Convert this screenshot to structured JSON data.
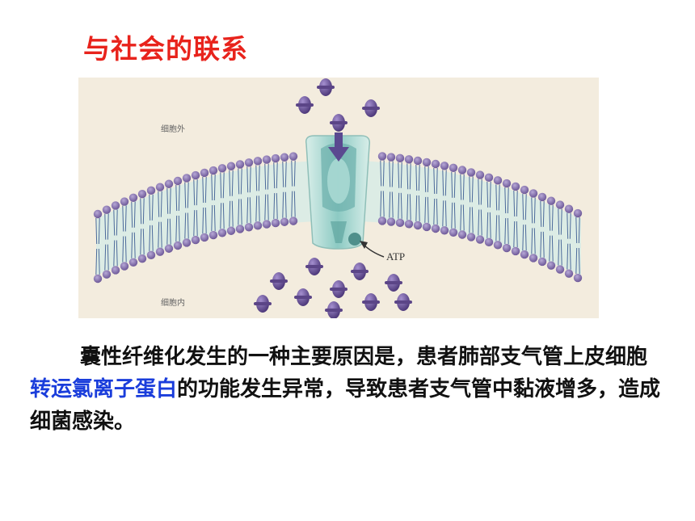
{
  "slide": {
    "title": "与社会的联系"
  },
  "figure": {
    "label_outside": "细胞外",
    "label_inside": "细胞内",
    "label_atp": "ATP",
    "colors": {
      "background": "#f3ecde",
      "lipid_head": "#7e6aa8",
      "lipid_tail": "#4c6a9a",
      "membrane_core": "#cfe6e0",
      "channel": "#7fc3c0",
      "ion": "#6b4f97"
    }
  },
  "text": {
    "part1": "囊性纤维化发生的一种主要原因是，患者肺部支气管上皮细胞",
    "highlight": "转运氯离子蛋白",
    "part2": "的功能发生异常，导致患者支气管中黏液增多，造成细菌感染。"
  },
  "colors": {
    "title": "#e8231c",
    "highlight": "#1a3ddb",
    "text": "#111111"
  }
}
